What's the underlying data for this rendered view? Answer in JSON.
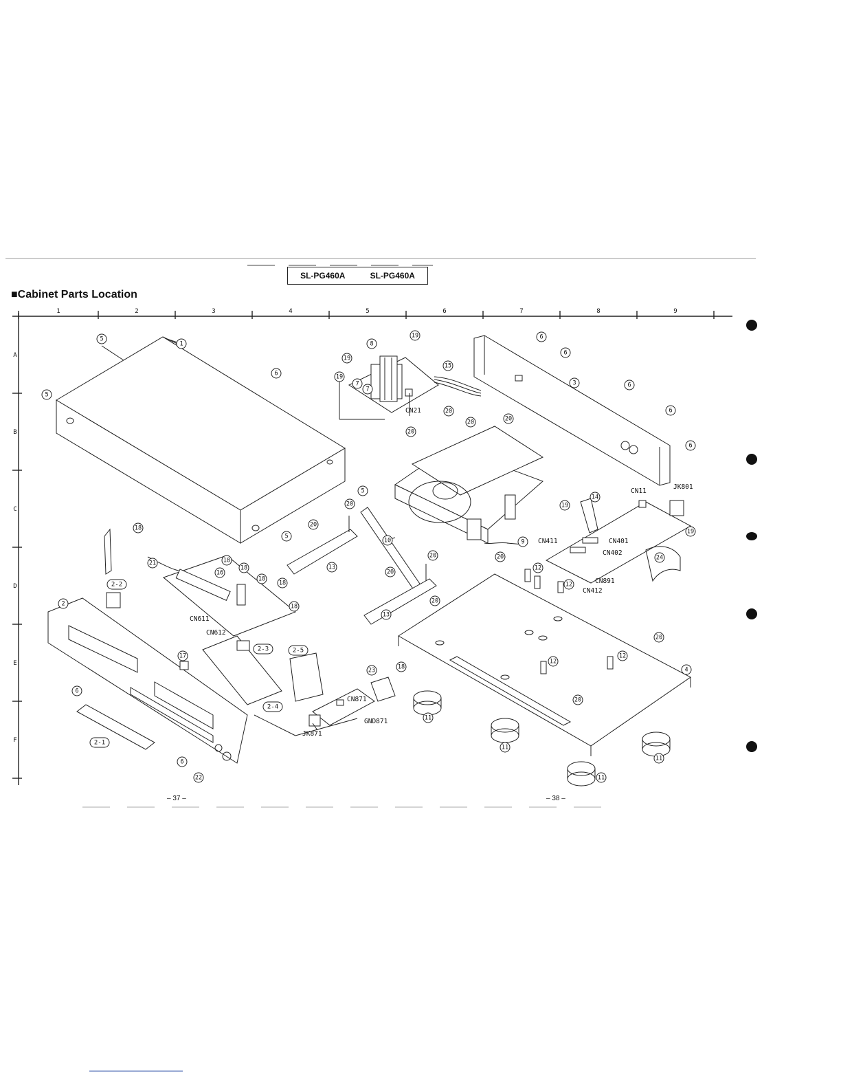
{
  "header": {
    "model_left": "SL-PG460A",
    "model_right": "SL-PG460A"
  },
  "title": "■Cabinet Parts Location",
  "grid": {
    "columns": [
      "1",
      "2",
      "3",
      "4",
      "5",
      "6",
      "7",
      "8",
      "9"
    ],
    "rows": [
      "A",
      "B",
      "C",
      "D",
      "E",
      "F"
    ]
  },
  "callouts": {
    "c1": "1",
    "c2": "2",
    "c2_1": "2-1",
    "c2_2": "2-2",
    "c2_3": "2-3",
    "c2_4": "2-4",
    "c2_5": "2-5",
    "c3": "3",
    "c4": "4",
    "c5": "5",
    "c6": "6",
    "c7": "7",
    "c8": "8",
    "c9": "9",
    "c10": "10",
    "c11": "11",
    "c12": "12",
    "c13": "13",
    "c14": "14",
    "c15": "15",
    "c16": "16",
    "c17": "17",
    "c18": "18",
    "c19": "19",
    "c20": "20",
    "c21": "21",
    "c22": "22",
    "c23": "23",
    "c24": "24"
  },
  "connectors": {
    "cn21": "CN21",
    "cn11": "CN11",
    "jk801": "JK801",
    "cn411": "CN411",
    "cn401": "CN401",
    "cn402": "CN402",
    "cn891": "CN891",
    "cn412": "CN412",
    "cn611": "CN611",
    "cn612": "CN612",
    "cn871": "CN871",
    "gnd871": "GND871",
    "jk871": "JK871"
  },
  "footer": {
    "page_left": "– 37 –",
    "page_right": "– 38 –"
  }
}
